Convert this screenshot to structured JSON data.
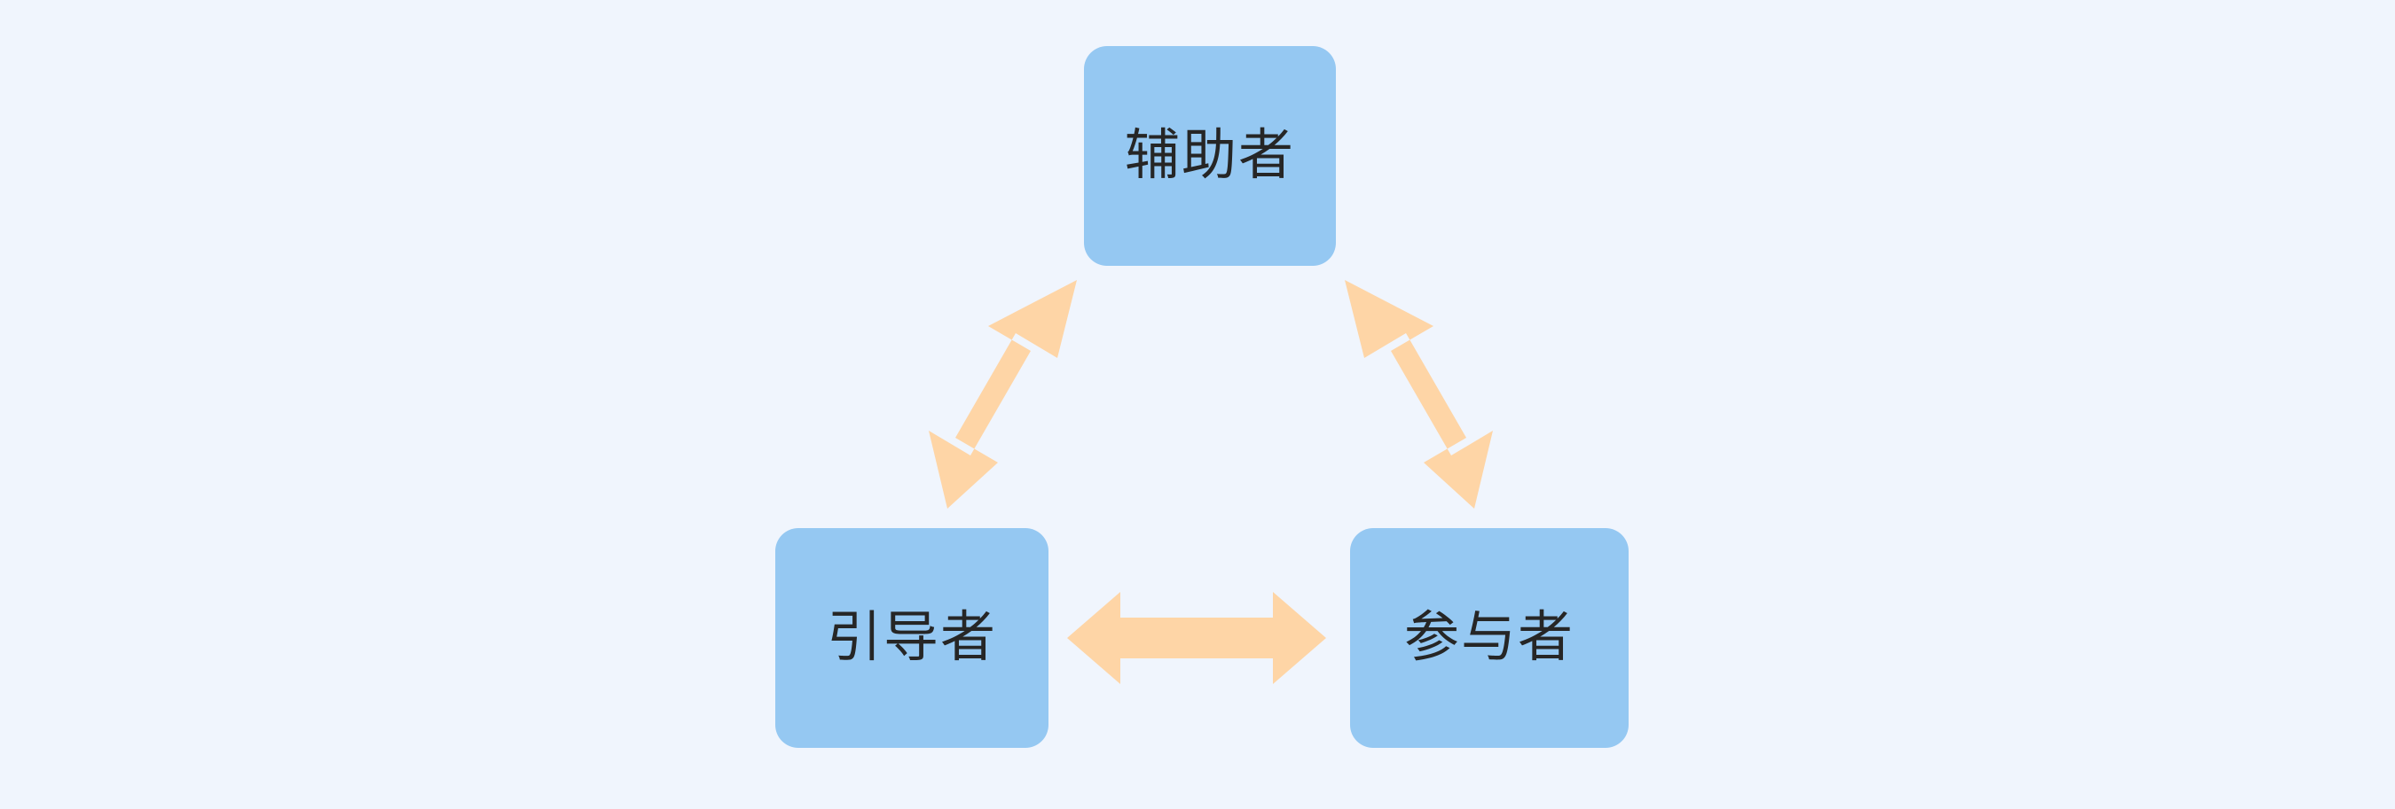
{
  "diagram": {
    "type": "triangular-relationship-cycle",
    "background_color": "#f0f5fd",
    "node_fill_color": "#95c8f2",
    "node_text_color": "#262626",
    "arrow_color": "#fed5a6",
    "nodes": [
      {
        "id": "facilitator",
        "label": "辅助者",
        "position": "top-center"
      },
      {
        "id": "guide",
        "label": "引导者",
        "position": "bottom-left"
      },
      {
        "id": "participant",
        "label": "参与者",
        "position": "bottom-right"
      }
    ],
    "connectors": [
      {
        "id": "guide-facilitator",
        "from": "引导者",
        "to": "辅助者",
        "style": "double-headed-arrow",
        "orientation": "diagonal-left"
      },
      {
        "id": "facilitator-participant",
        "from": "辅助者",
        "to": "参与者",
        "style": "double-headed-arrow",
        "orientation": "diagonal-right"
      },
      {
        "id": "guide-participant",
        "from": "引导者",
        "to": "参与者",
        "style": "double-headed-arrow",
        "orientation": "horizontal"
      }
    ]
  }
}
